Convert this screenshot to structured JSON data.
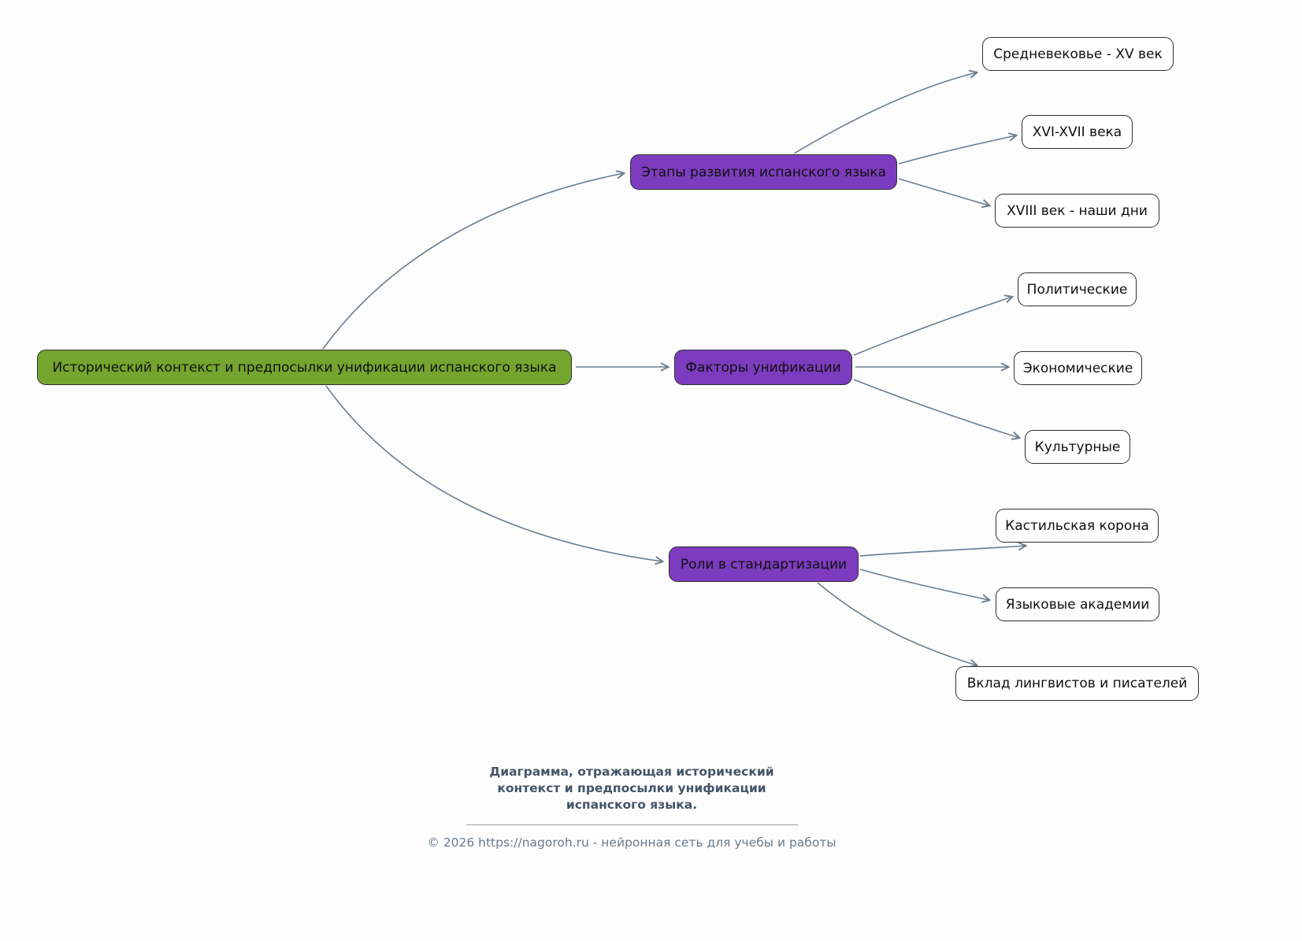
{
  "diagram": {
    "root": {
      "label": "Исторический контекст и предпосылки унификации испанского языка"
    },
    "branches": [
      {
        "label": "Этапы развития испанского языка",
        "children": [
          "Средневековье - XV век",
          "XVI-XVII века",
          "XVIII век - наши дни"
        ]
      },
      {
        "label": "Факторы унификации",
        "children": [
          "Политические",
          "Экономические",
          "Культурные"
        ]
      },
      {
        "label": "Роли в стандартизации",
        "children": [
          "Кастильская корона",
          "Языковые академии",
          "Вклад лингвистов и писателей"
        ]
      }
    ],
    "colors": {
      "root_fill": "#74a52e",
      "branch_fill": "#7d3cbf",
      "leaf_fill": "#ffffff",
      "node_border": "#2f2f2f",
      "arrow": "#6b7d8f"
    }
  },
  "footer": {
    "caption": "Диаграмма, отражающая исторический контекст и предпосылки унификации испанского языка.",
    "copyright": "© 2026 https://nagoroh.ru - нейронная сеть для учебы и работы"
  }
}
